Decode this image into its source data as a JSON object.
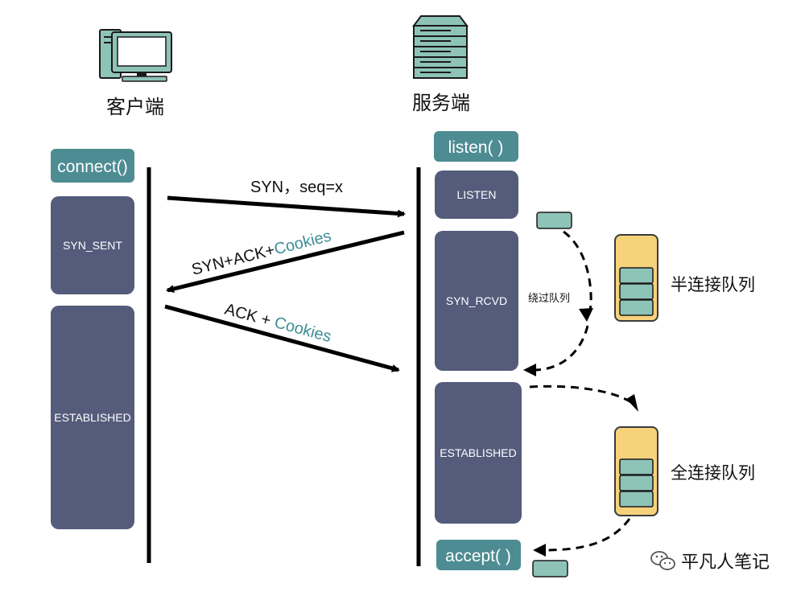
{
  "client": {
    "label": "客户端",
    "func": "connect()",
    "states": {
      "syn_sent": "SYN_SENT",
      "established": "ESTABLISHED"
    }
  },
  "server": {
    "label": "服务端",
    "listen_func": "listen( )",
    "accept_func": "accept( )",
    "states": {
      "listen": "LISTEN",
      "syn_rcvd": "SYN_RCVD",
      "established": "ESTABLISHED"
    }
  },
  "messages": {
    "syn": "SYN，seq=x",
    "synack_prefix": "SYN+ACK+",
    "synack_cookie": "Cookies",
    "ack_prefix": "ACK + ",
    "ack_cookie": "Cookies"
  },
  "bypass_label": "绕过队列",
  "queues": {
    "half": "半连接队列",
    "full": "全连接队列"
  },
  "watermark": "平凡人笔记",
  "colors": {
    "state_box": "#555b7b",
    "func_box": "#4d8c93",
    "teal_token": "#8ec3b7",
    "queue_fill": "#f6d27b",
    "queue_border": "#3b3b3b"
  },
  "icons": {
    "client": "desktop-computer-icon",
    "server": "server-rack-icon",
    "watermark": "wechat-icon"
  }
}
